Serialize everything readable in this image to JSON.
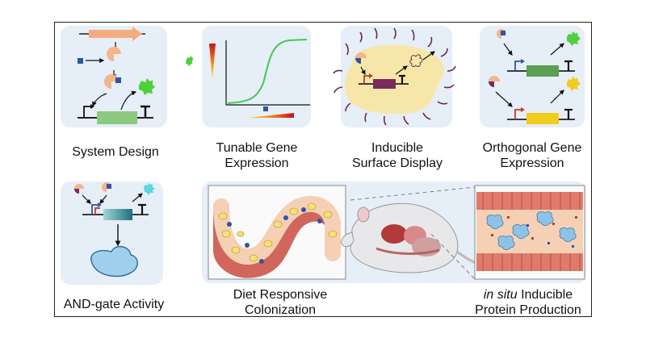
{
  "panels": [
    {
      "id": "system-design",
      "lines": [
        "System Design"
      ]
    },
    {
      "id": "tunable",
      "lines": [
        "Tunable Gene",
        "Expression"
      ]
    },
    {
      "id": "surface",
      "lines": [
        "Inducible",
        "Surface Display"
      ]
    },
    {
      "id": "orthogonal",
      "lines": [
        "Orthogonal Gene",
        "Expression"
      ]
    },
    {
      "id": "and-gate",
      "lines": [
        "AND-gate Activity"
      ]
    },
    {
      "id": "diet",
      "lines": [
        "Diet Responsive",
        "Colonization"
      ]
    },
    {
      "id": "insitu",
      "lines": [
        "in situ",
        " Inducible",
        "Protein Production"
      ]
    }
  ],
  "colors": {
    "panel_bg": "#e6eef8",
    "gene_green": "#8cc97f",
    "gene_purple": "#7a2a5c",
    "gene_yellow": "#f2cc1d",
    "gene_teal": "#2f8e96",
    "inducer_blue": "#2f55a4",
    "sensor_peach": "#f5b48a",
    "gfp_green": "#4cd13a",
    "cell_yellow": "#f6e7a8",
    "gut_red": "#d0665c"
  }
}
